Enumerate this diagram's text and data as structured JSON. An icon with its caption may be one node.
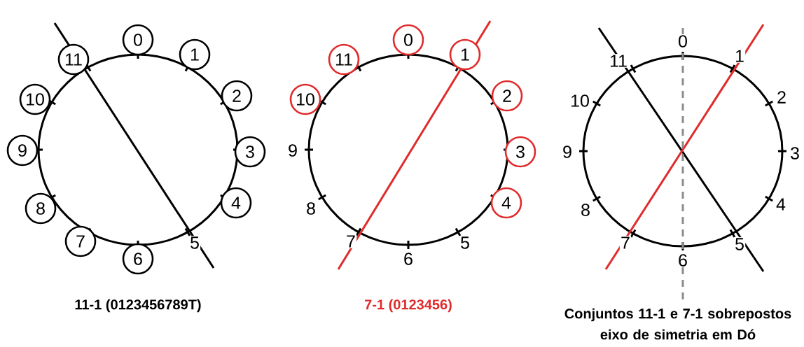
{
  "diagram": {
    "nodes": [
      {
        "text": [
          "0"
        ]
      },
      {
        "text": [
          "1"
        ]
      },
      {
        "text": [
          "2"
        ]
      },
      {
        "text": [
          "3"
        ]
      },
      {
        "text": [
          "4"
        ]
      },
      {
        "text": [
          "6"
        ]
      },
      {
        "text": [
          "7"
        ]
      },
      {
        "text": [
          "8"
        ]
      },
      {
        "text": [
          "9"
        ]
      },
      {
        "text": [
          "10"
        ]
      },
      {
        "text": [
          "11"
        ]
      },
      {
        "text": [
          "0"
        ]
      },
      {
        "text": [
          "1"
        ]
      },
      {
        "text": [
          "2"
        ]
      },
      {
        "text": [
          "3"
        ]
      },
      {
        "text": [
          "4"
        ]
      },
      {
        "text": [
          "10"
        ]
      },
      {
        "text": [
          "11"
        ]
      }
    ],
    "labels": [
      "5",
      "5",
      "6",
      "7",
      "8",
      "9",
      "0",
      "1",
      "2",
      "3",
      "4",
      "5",
      "6",
      "7",
      "8",
      "9",
      "10",
      "11",
      "11-1 (0123456789T)",
      "7-1 (0123456)",
      "Conjuntos 11-1 e 7-1 sobrepostos eixo de simetria em Dó"
    ]
  }
}
